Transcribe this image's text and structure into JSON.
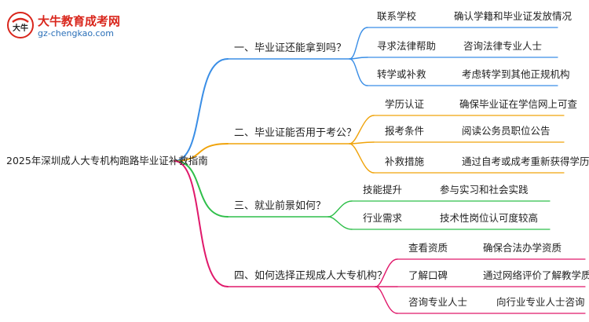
{
  "logo": {
    "title": "大牛教育成考网",
    "domain": "gz-chengkao.com",
    "mark_text": "大牛"
  },
  "root": "2025年深圳成人大专机构跑路毕业证补救指南",
  "branches": [
    {
      "label": "一、毕业证还能拿到吗？",
      "color": "#3a8ee6",
      "children": [
        {
          "label": "联系学校",
          "detail": "确认学籍和毕业证发放情况"
        },
        {
          "label": "寻求法律帮助",
          "detail": "咨询法律专业人士"
        },
        {
          "label": "转学或补救",
          "detail": "考虑转学到其他正规机构"
        }
      ]
    },
    {
      "label": "二、毕业证能否用于考公？",
      "color": "#f0a30a",
      "children": [
        {
          "label": "学历认证",
          "detail": "确保毕业证在学信网上可查"
        },
        {
          "label": "报考条件",
          "detail": "阅读公务员职位公告"
        },
        {
          "label": "补救措施",
          "detail": "通过自考或成考重新获得学历"
        }
      ]
    },
    {
      "label": "三、就业前景如何？",
      "color": "#2fbf4a",
      "children": [
        {
          "label": "技能提升",
          "detail": "参与实习和社会实践"
        },
        {
          "label": "行业需求",
          "detail": "技术性岗位认可度较高"
        }
      ]
    },
    {
      "label": "四、如何选择正规成人大专机构？",
      "color": "#e0196b",
      "children": [
        {
          "label": "查看资质",
          "detail": "确保合法办学资质"
        },
        {
          "label": "了解口碑",
          "detail": "通过网络评价了解教学质量"
        },
        {
          "label": "咨询专业人士",
          "detail": "向行业专业人士咨询"
        }
      ]
    }
  ]
}
